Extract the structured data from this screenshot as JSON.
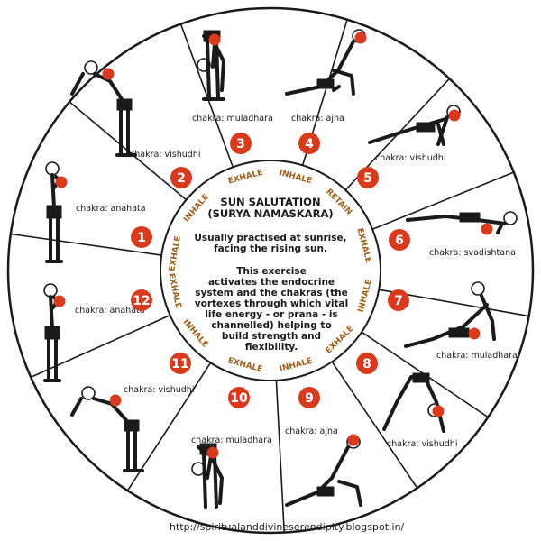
{
  "center": {
    "title_line1": "SUN SALUTATION",
    "title_line2": "(SURYA NAMASKARA)",
    "subtitle_line1": "Usually practised at sunrise,",
    "subtitle_line2": "facing the rising sun.",
    "body_lines": [
      "This exercise",
      "activates the endocrine",
      "system and the chakras (the",
      "vortexes through which vital",
      "life energy - or prana - is",
      "channelled) helping to",
      "build strength and",
      "flexibility."
    ]
  },
  "breath_labels": [
    "EXHALE",
    "INHALE",
    "EXHALE",
    "INHALE",
    "RETAIN",
    "EXHALE",
    "INHALE",
    "EXHALE",
    "INHALE",
    "EXHALE",
    "INHALE",
    "EXHALE"
  ],
  "steps": [
    {
      "number": "1",
      "chakra": "chakra: anahata"
    },
    {
      "number": "2",
      "chakra": "chakra: vishudhi"
    },
    {
      "number": "3",
      "chakra": "chakra: muladhara"
    },
    {
      "number": "4",
      "chakra": "chakra: ajna"
    },
    {
      "number": "5",
      "chakra": "chakra: vishudhi"
    },
    {
      "number": "6",
      "chakra": "chakra: svadishtana"
    },
    {
      "number": "7",
      "chakra": "chakra: muladhara"
    },
    {
      "number": "8",
      "chakra": "chakra: vishudhi"
    },
    {
      "number": "9",
      "chakra": "chakra: ajna"
    },
    {
      "number": "10",
      "chakra": "chakra: muladhara"
    },
    {
      "number": "11",
      "chakra": "chakra: vishudhi"
    },
    {
      "number": "12",
      "chakra": "chakra: anahata"
    }
  ],
  "footer": "http://spiritualanddivineserendipity.blogspot.in/",
  "colors": {
    "accent": "#d83a1e",
    "ink": "#1a1a1a",
    "breath": "#a0601a",
    "skin": "#ffffff"
  }
}
